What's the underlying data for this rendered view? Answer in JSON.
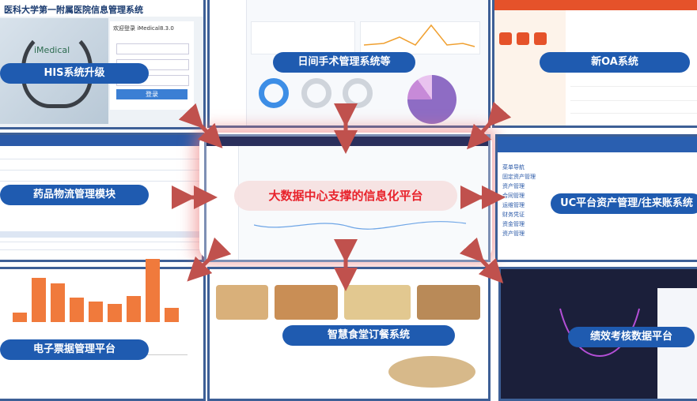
{
  "center": {
    "label": "大数据中心支撑的信息化平台"
  },
  "panels": {
    "his": {
      "label": "HIS系统升级",
      "title": "医科大学第一附属医院信息管理系统",
      "brand": "iMedical",
      "welcome": "欢迎登录 iMedical8.3.0",
      "login_button": "登录"
    },
    "surgery": {
      "label": "日间手术管理系统等"
    },
    "oa": {
      "label": "新OA系统"
    },
    "drug": {
      "label": "药品物流管理模块"
    },
    "uc": {
      "label": "UC平台资产管理/往来账系统",
      "menu": [
        "菜单导航",
        "固定资产管理",
        "资产管理",
        "合同管理",
        "运维管理",
        "财务凭证",
        "资金管理",
        "资产管理"
      ]
    },
    "invoice": {
      "label": "电子票据管理平台",
      "bars": [
        12,
        55,
        48,
        30,
        25,
        22,
        32,
        78,
        18
      ]
    },
    "canteen": {
      "label": "智慧食堂订餐系统"
    },
    "perf": {
      "label": "绩效考核数据平台"
    }
  },
  "colors": {
    "label_bg": "#1f5bb0",
    "arrow": "#c0514d",
    "center_text": "#e8232c",
    "panel_border": "#3d5f96"
  }
}
